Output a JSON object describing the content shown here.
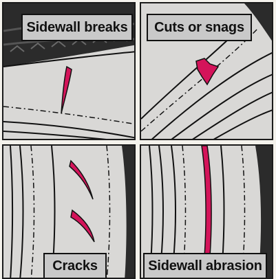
{
  "panels": [
    {
      "label": "Sidewall breaks"
    },
    {
      "label": "Cuts or snags"
    },
    {
      "label": "Cracks"
    },
    {
      "label": "Sidewall abrasion"
    }
  ],
  "colors": {
    "tread": "#2a2a2a",
    "sidewall": "#d9d8d6",
    "damage": "#d4145a",
    "outline": "#111111",
    "label_bg": "#c9c9c9"
  }
}
